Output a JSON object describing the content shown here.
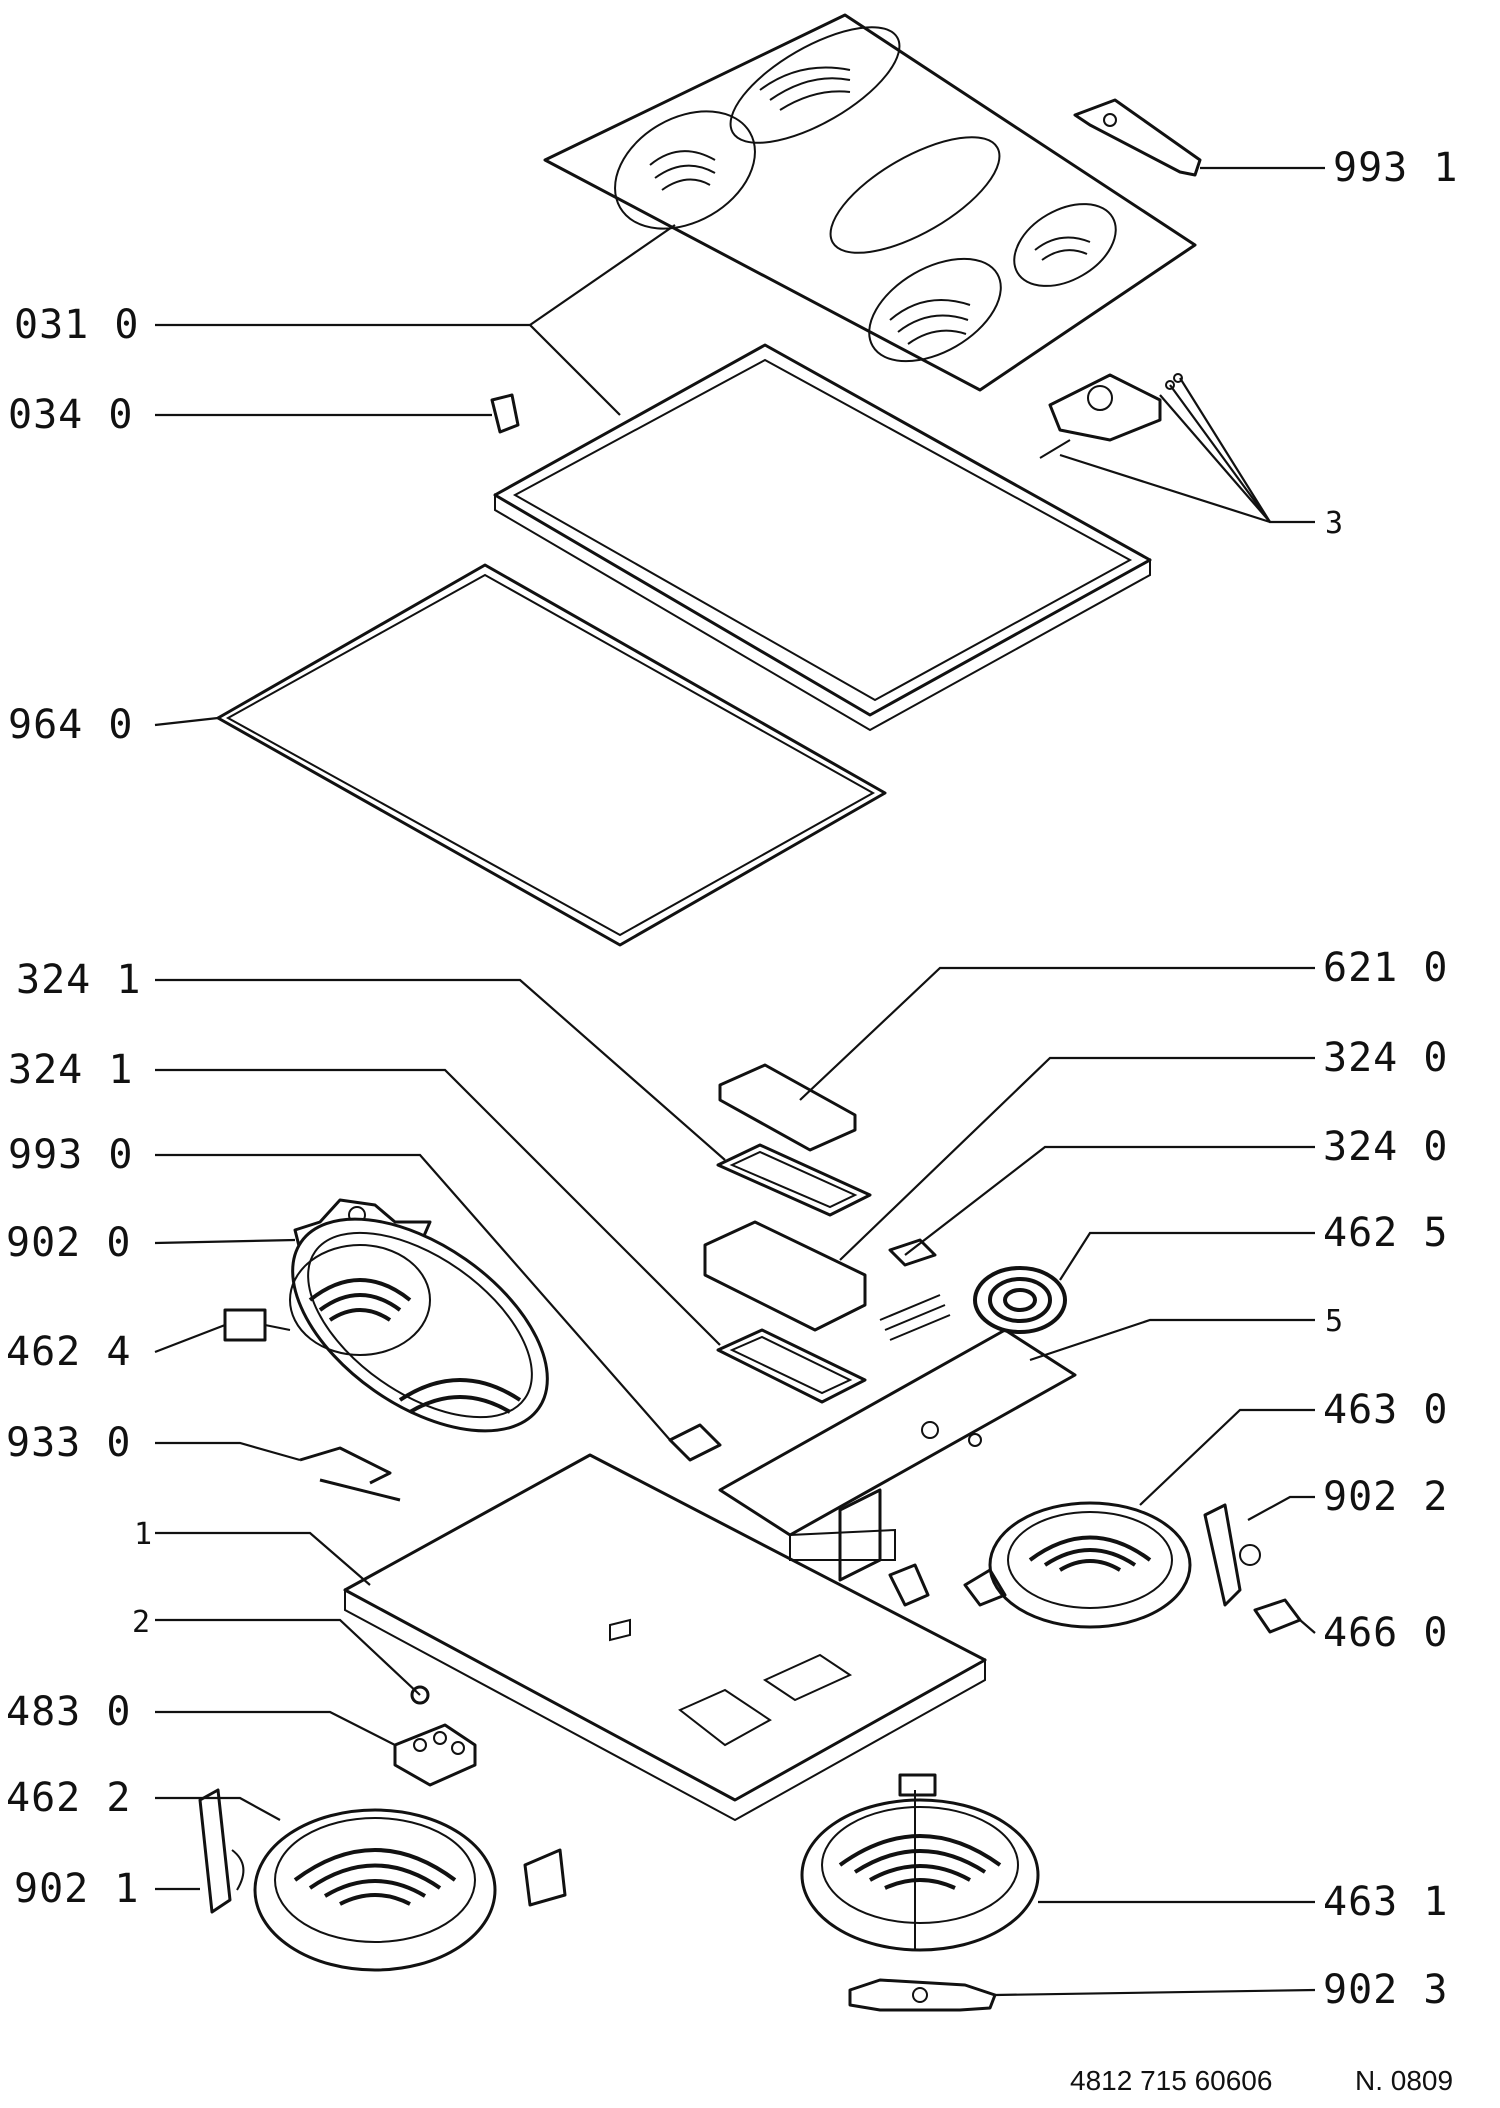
{
  "callouts_left": [
    {
      "ref": "031 0"
    },
    {
      "ref": "034 0"
    },
    {
      "ref": "964 0"
    },
    {
      "ref": "324 1"
    },
    {
      "ref": "324 1"
    },
    {
      "ref": "993 0"
    },
    {
      "ref": "902 0"
    },
    {
      "ref": "462 4"
    },
    {
      "ref": "933 0"
    },
    {
      "ref": "1"
    },
    {
      "ref": "2"
    },
    {
      "ref": "483 0"
    },
    {
      "ref": "462 2"
    },
    {
      "ref": "902 1"
    }
  ],
  "callouts_right": [
    {
      "ref": "993 1"
    },
    {
      "ref": "3"
    },
    {
      "ref": "621 0"
    },
    {
      "ref": "324 0"
    },
    {
      "ref": "324 0"
    },
    {
      "ref": "462 5"
    },
    {
      "ref": "5"
    },
    {
      "ref": "463 0"
    },
    {
      "ref": "902 2"
    },
    {
      "ref": "466 0"
    },
    {
      "ref": "463 1"
    },
    {
      "ref": "902 3"
    }
  ],
  "footer": {
    "doc_number": "4812 715 60606",
    "drawing_number": "N. 0809"
  }
}
